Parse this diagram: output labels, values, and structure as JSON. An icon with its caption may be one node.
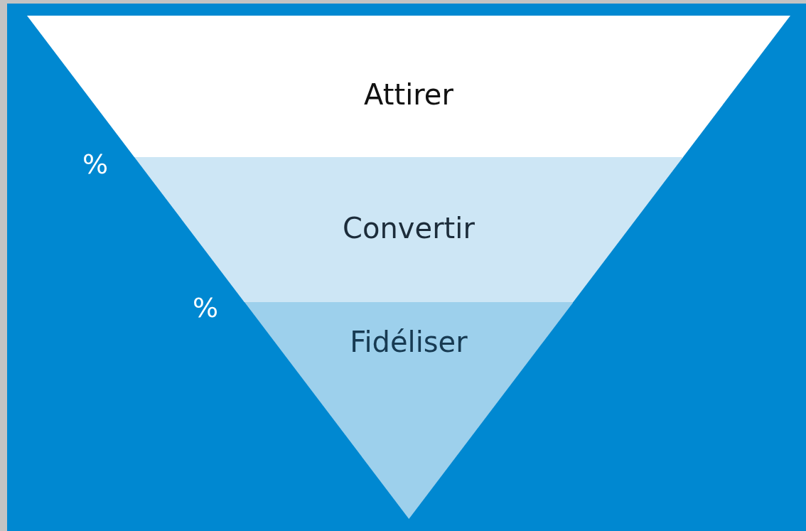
{
  "diagram": {
    "nodes": [
      {
        "text": [
          "Attirer"
        ]
      },
      {
        "text": [
          "Convertir"
        ]
      },
      {
        "text": [
          "Fidéliser"
        ]
      }
    ],
    "labels": [
      "%",
      "%"
    ]
  }
}
